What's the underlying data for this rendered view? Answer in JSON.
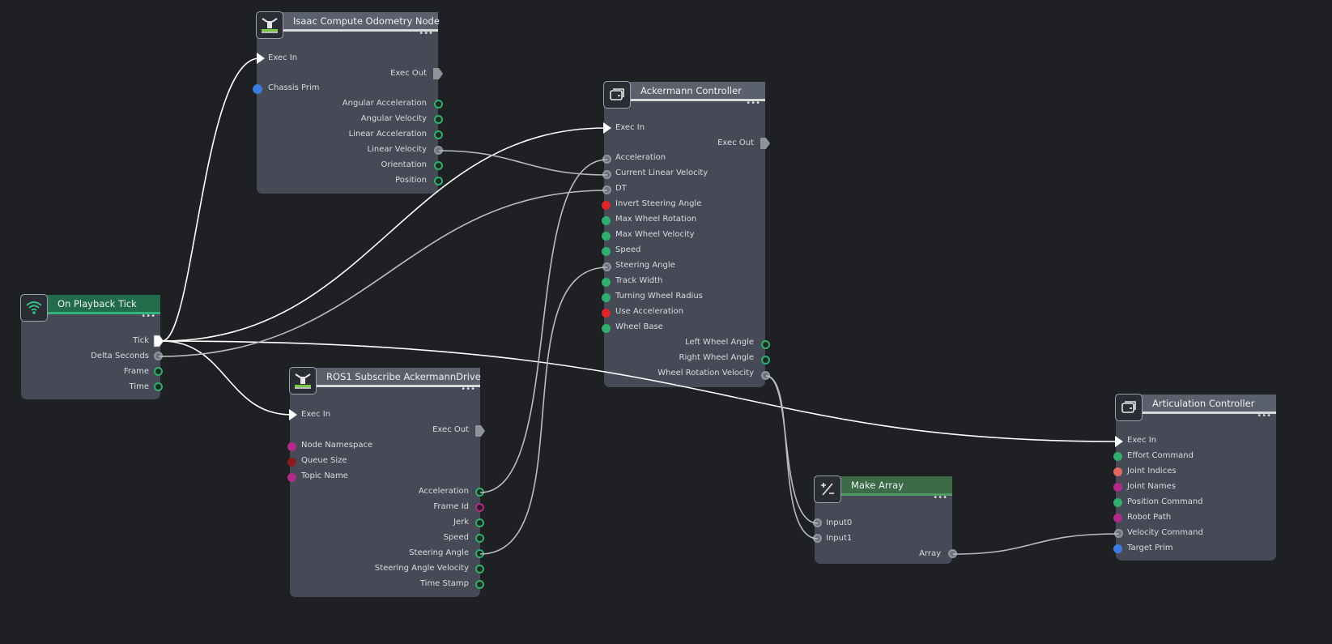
{
  "nodes": {
    "playback": {
      "title": "On Playback Tick",
      "outputs": [
        "Tick",
        "Delta Seconds",
        "Frame",
        "Time"
      ],
      "icon": "wifi-icon"
    },
    "odometry": {
      "title": "Isaac Compute Odometry Node",
      "exec_in": "Exec In",
      "exec_out": "Exec Out",
      "inputs": [
        "Chassis Prim"
      ],
      "outputs": [
        "Angular Acceleration",
        "Angular Velocity",
        "Linear Acceleration",
        "Linear Velocity",
        "Orientation",
        "Position"
      ],
      "icon": "robot-arm-icon"
    },
    "ackermann": {
      "title": "Ackermann Controller",
      "exec_in": "Exec In",
      "exec_out": "Exec Out",
      "inputs": [
        "Acceleration",
        "Current Linear Velocity",
        "DT",
        "Invert Steering Angle",
        "Max Wheel Rotation",
        "Max Wheel Velocity",
        "Speed",
        "Steering Angle",
        "Track Width",
        "Turning Wheel Radius",
        "Use Acceleration",
        "Wheel Base"
      ],
      "outputs": [
        "Left Wheel Angle",
        "Right Wheel Angle",
        "Wheel Rotation Velocity"
      ],
      "icon": "controller-icon"
    },
    "ros": {
      "title": "ROS1 Subscribe AckermannDrive",
      "exec_in": "Exec In",
      "exec_out": "Exec Out",
      "inputs": [
        "Node Namespace",
        "Queue Size",
        "Topic Name"
      ],
      "outputs": [
        "Acceleration",
        "Frame Id",
        "Jerk",
        "Speed",
        "Steering Angle",
        "Steering Angle Velocity",
        "Time Stamp"
      ],
      "icon": "robot-arm-icon"
    },
    "makearray": {
      "title": "Make Array",
      "inputs": [
        "Input0",
        "Input1"
      ],
      "outputs": [
        "Array"
      ],
      "icon": "plus-minus-icon"
    },
    "articulation": {
      "title": "Articulation Controller",
      "exec_in": "Exec In",
      "inputs": [
        "Effort Command",
        "Joint Indices",
        "Joint Names",
        "Position Command",
        "Robot Path",
        "Velocity Command",
        "Target Prim"
      ],
      "icon": "controller-icon"
    }
  },
  "colors": {
    "background": "#1f2023",
    "node_body": "#454a56",
    "node_header": "#5b616c",
    "event_header": "#226b4b",
    "math_header": "#3a6a46",
    "pin_green": "#2fae6e",
    "pin_red": "#e0242c",
    "pin_magenta": "#b02a87",
    "pin_darkred": "#8a1c1c",
    "pin_blue": "#3c7be0",
    "pin_salmon": "#e06a60",
    "wire_exec": "#ffffff",
    "wire_data": "#b9bdc2"
  }
}
